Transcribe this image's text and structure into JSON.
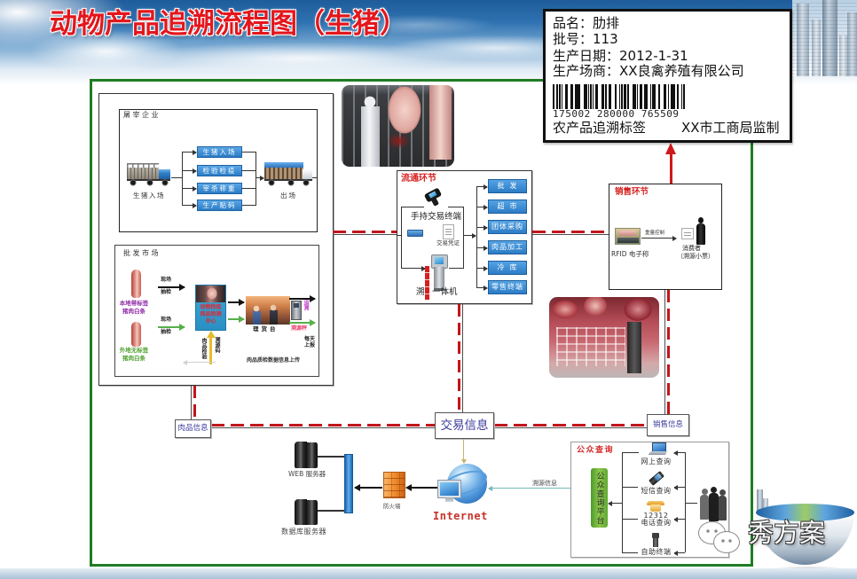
{
  "page": {
    "title": "动物产品追溯流程图（生猪）"
  },
  "trace_label": {
    "rows": [
      {
        "field": "品名：",
        "value": "肋排"
      },
      {
        "field": "批号：",
        "value": "113"
      },
      {
        "field": "生产日期：",
        "value": "2012-1-31"
      },
      {
        "field": "生产场商：",
        "value": "XX良禽养殖有限公司"
      }
    ],
    "barcode_number": "175002 280000 765509",
    "label_type": "农产品追溯标签",
    "issuer": "XX市工商局监制"
  },
  "slaughter": {
    "title": "屠宰企业",
    "entry_label": "生猪入场",
    "steps": [
      "生猪入场",
      "检验检疫",
      "宰杀称重",
      "生产贴码"
    ],
    "exit_label": "出场"
  },
  "wholesale": {
    "title": "批发市场",
    "sources": [
      {
        "line1": "本地带标签",
        "line2": "猪肉白条"
      },
      {
        "line1": "外地无标签",
        "line2": "猪肉白条"
      }
    ],
    "spot_check": [
      "现场",
      "抽检"
    ],
    "inspection_center": [
      "动物检疫",
      "肉品检测",
      "中心"
    ],
    "inspection_inputs": [
      "肉品检验",
      "溯源码"
    ],
    "sorting_table": "理货台",
    "scale_tag": "追溯",
    "scale_label": "溯源秤",
    "daily_report": [
      "每天",
      "上报"
    ],
    "upload_note": "肉品质检数据信息上传"
  },
  "circulation": {
    "title": "流通环节",
    "handheld_terminal": "手持交易终端",
    "receipt": "交易凭证",
    "kiosk_prefix": "溯",
    "kiosk": "一体机",
    "channels": [
      "批发",
      "超市",
      "团体采购",
      "肉品加工",
      "冷库",
      "零售终端"
    ]
  },
  "sales": {
    "title": "销售环节",
    "scale": "RFID 电子称",
    "arrow_label": "重量控制",
    "consumer": "消费者",
    "consumer_note": "（溯源小票）"
  },
  "info_nodes": {
    "meat": "肉品信息",
    "transaction": "交易信息",
    "sales": "销售信息"
  },
  "network": {
    "web_server": "WEB 服务器",
    "db_server": "数据库服务器",
    "firewall": "防火墙",
    "internet": "Internet",
    "trace_info": "溯源信息"
  },
  "public_query": {
    "title": "公众查询",
    "platform": "公众查询平台",
    "channels": [
      {
        "label": "网上查询"
      },
      {
        "label": "短信查询"
      },
      {
        "number": "12312",
        "label": "电话查询"
      },
      {
        "label": "自助终端"
      }
    ]
  },
  "watermark": {
    "text": "秀方案"
  },
  "icons": [
    "livestock-truck",
    "delivery-truck",
    "pork-carcass",
    "handheld-terminal",
    "card",
    "receipt",
    "kiosk",
    "rfid-scale",
    "consumer",
    "server",
    "firewall",
    "internet-globe",
    "computer",
    "mobile-phone",
    "telephone",
    "self-service-terminal",
    "people-group",
    "wechat"
  ],
  "colors": {
    "title": "#e3161c",
    "frame": "#1f7d24",
    "connector": "#c1161c",
    "alert_arrow": "#d0181c",
    "section_title": "#d42020",
    "step_box": "#2c7cc6",
    "info_text": "#3a3a9c",
    "platform": "#8cc84b",
    "local_source": "#8e2aa6",
    "external_source": "#4fa02e",
    "internet_text": "#c8322c"
  }
}
